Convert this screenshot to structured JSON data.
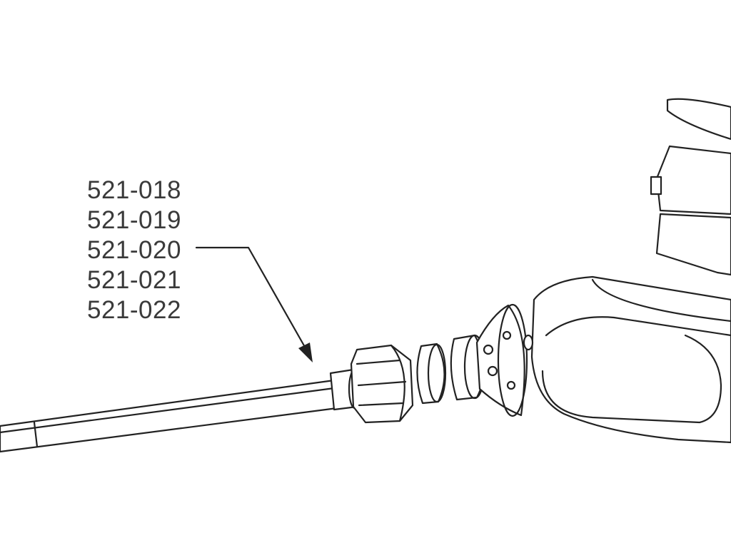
{
  "callout": {
    "part_numbers": [
      "521-018",
      "521-019",
      "521-020",
      "521-021",
      "521-022"
    ]
  },
  "colors": {
    "line": "#222222",
    "text": "#3a3a3a",
    "background": "#ffffff"
  }
}
